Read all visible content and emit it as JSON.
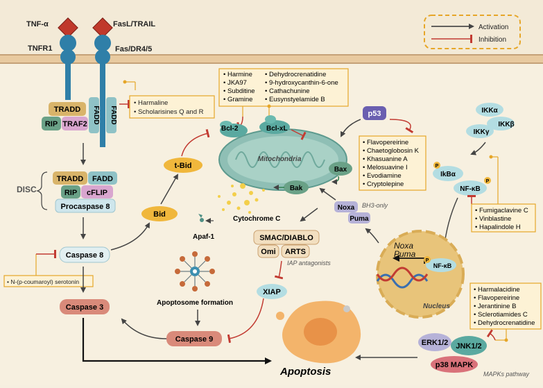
{
  "membrane": {
    "ligand_tnf": "TNF-α",
    "ligand_fas": "FasL/TRAIL",
    "receptor_tnfr1": "TNFR1",
    "receptor_fas": "Fas/DR4/5"
  },
  "legend": {
    "activation": "Activation",
    "inhibition": "Inhibition"
  },
  "receptor_complex": {
    "tradd": "TRADD",
    "rip": "RIP",
    "traf2": "TRAF2",
    "fadd_a": "FADD",
    "fadd_b": "FADD"
  },
  "disc": {
    "label": "DISC",
    "tradd": "TRADD",
    "fadd": "FADD",
    "rip": "RIP",
    "cflip": "cFLIP",
    "procaspase8": "Procaspase 8"
  },
  "inhibitors": {
    "harmaline_box": [
      "Harmaline",
      "Scholarisines Q and R"
    ],
    "bcl_box_left": [
      "Harmine",
      "JKA97",
      "Subditine",
      "Gramine"
    ],
    "bcl_box_right": [
      "Dehydrocrenatidine",
      "9-hydroxycanthin-6-one",
      "Cathachunine",
      "Eusynstyelamide B"
    ],
    "p53_box": [
      "Flavopereirine",
      "Chaetoglobosin K",
      "Khasuanine A",
      "Melosuavine I",
      "Evodiamine",
      "Cryptolepine"
    ],
    "nfkb_box": [
      "Fumigaclavine C",
      "Vinblastine",
      "Hapalindole H"
    ],
    "caspase8_box": [
      "N-(p-coumaroyl) serotonin"
    ],
    "mapk_box": [
      "Harmalacidine",
      "Flavopereirine",
      "Jerantinine B",
      "Sclerotiamides C",
      "Dehydrocrenatidine"
    ]
  },
  "mito": {
    "bcl2": "Bcl-2",
    "bclxl": "Bcl-xL",
    "label": "Mitochondria",
    "bax": "Bax",
    "bak": "Bak",
    "cytochrome": "Cytochrome C"
  },
  "p53": "p53",
  "ikk": {
    "alpha": "IKKα",
    "beta": "IKKβ",
    "gamma": "IKKγ",
    "ikba": "IkBα",
    "nfkb": "NF-κB",
    "p": "P"
  },
  "bh3": {
    "noxa": "Noxa",
    "puma": "Puma",
    "label": "BH3-only"
  },
  "nucleus": {
    "noxa": "Noxa",
    "puma": "Puma",
    "nfkb": "NF-κB",
    "p": "P",
    "label": "Nucleus"
  },
  "smac": {
    "smac": "SMAC/DIABLO",
    "omi": "Omi",
    "arts": "ARTS",
    "label": "IAP antagonists"
  },
  "xiap": "XIAP",
  "apaf": "Apaf-1",
  "apoptosome": "Apoptosome formation",
  "caspases": {
    "bid": "Bid",
    "tbid": "t-Bid",
    "c8": "Caspase 8",
    "c3": "Caspase 3",
    "c9": "Caspase 9"
  },
  "mapk": {
    "erk": "ERK1/2",
    "jnk": "JNK1/2",
    "p38": "p38 MAPK",
    "label": "MAPKs pathway"
  },
  "apoptosis": "Apoptosis"
}
